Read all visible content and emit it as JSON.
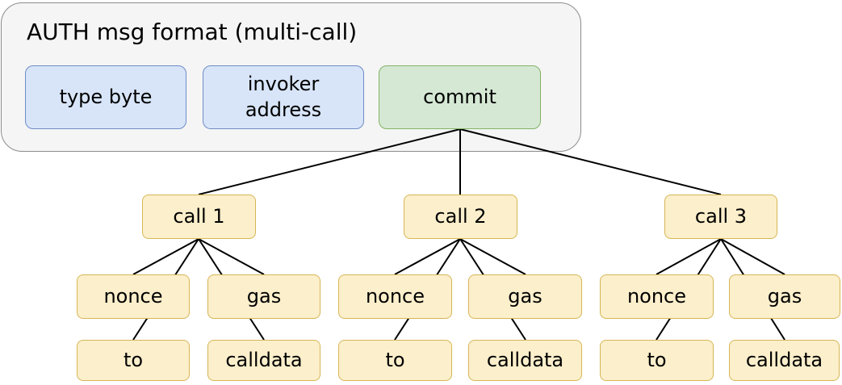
{
  "header": {
    "title": "AUTH msg format (multi-call)",
    "fields": [
      {
        "label": "type byte"
      },
      {
        "label": "invoker address"
      },
      {
        "label": "commit"
      }
    ]
  },
  "tree": {
    "calls": [
      {
        "label": "call 1",
        "children": {
          "nonce": "nonce",
          "to": "to",
          "gas": "gas",
          "calldata": "calldata"
        }
      },
      {
        "label": "call 2",
        "children": {
          "nonce": "nonce",
          "to": "to",
          "gas": "gas",
          "calldata": "calldata"
        }
      },
      {
        "label": "call 3",
        "children": {
          "nonce": "nonce",
          "to": "to",
          "gas": "gas",
          "calldata": "calldata"
        }
      }
    ]
  },
  "colors": {
    "page_bg": "#ffffff",
    "container_fill": "#f5f5f5",
    "container_border": "#8c8c8c",
    "blue_fill": "#d8e5f9",
    "blue_border": "#6e8cc6",
    "green_fill": "#d5e8d4",
    "green_border": "#82b366",
    "yellow_fill": "#fcefcb",
    "yellow_border": "#d6b656",
    "edge": "#000000",
    "text": "#000000"
  }
}
